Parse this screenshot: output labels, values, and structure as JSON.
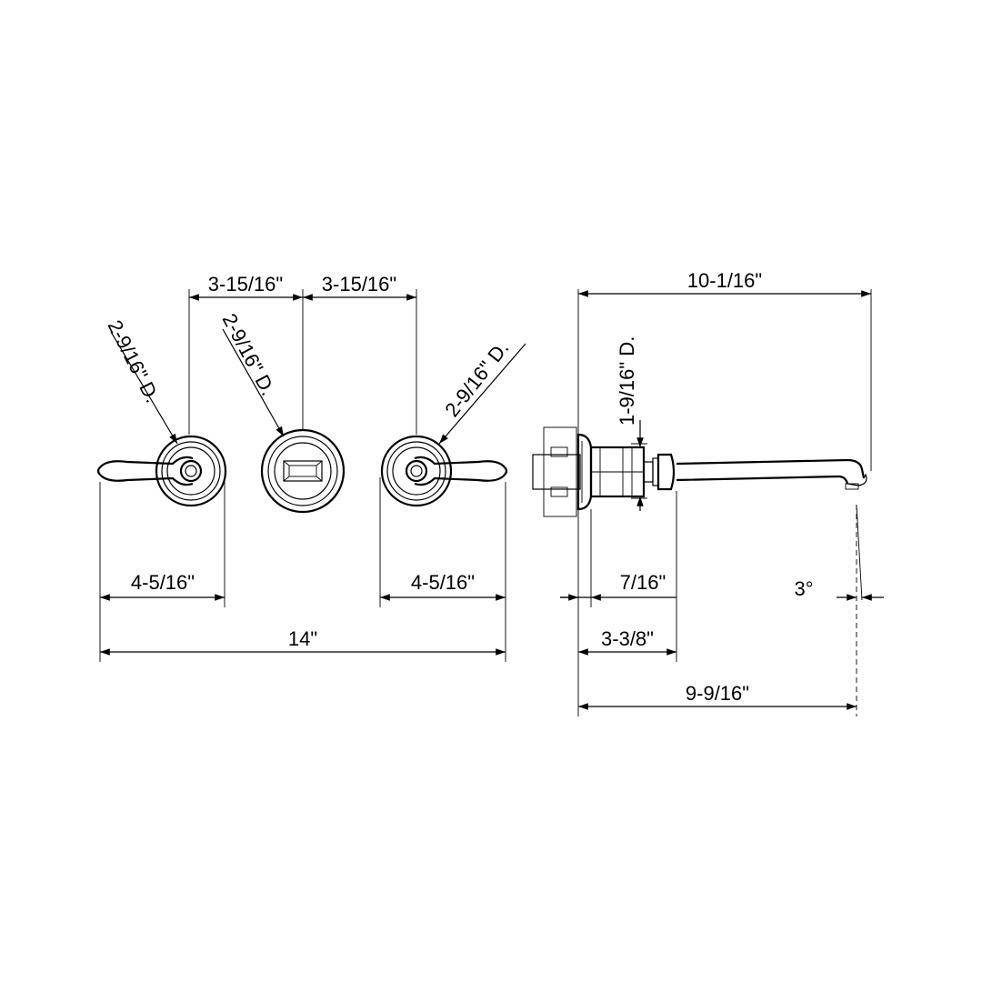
{
  "dimensions": {
    "handle_spacing_left": "3-15/16\"",
    "handle_spacing_right": "3-15/16\"",
    "left_handle_diameter": "2-9/16\" D.",
    "center_diameter": "2-9/16\" D.",
    "right_handle_diameter": "2-9/16\" D.",
    "left_handle_width": "4-5/16\"",
    "right_handle_width": "4-5/16\"",
    "overall_width": "14\"",
    "spout_length": "10-1/16\"",
    "escutcheon_diameter": "1-9/16\" D.",
    "escutcheon_depth": "7/16\"",
    "wall_offset": "3-3/8\"",
    "spout_reach": "9-9/16\"",
    "spout_angle": "3°"
  }
}
